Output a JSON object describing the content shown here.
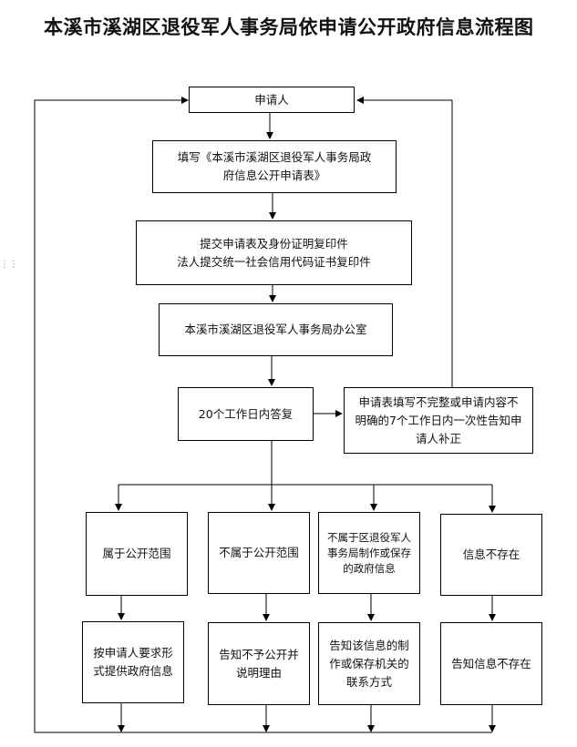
{
  "title": "本溪市溪湖区退役军人事务局依申请公开政府信息流程图",
  "nodes": {
    "applicant": "申请人",
    "fill_form": "填写《本溪市溪湖区退役军人事务局政府信息公开申请表》",
    "submit_docs_1": "提交申请表及身份证明复印件",
    "submit_docs_2": "法人提交统一社会信用代码证书复印件",
    "office": "本溪市溪湖区退役军人事务局办公室",
    "reply": "20个工作日内答复",
    "incomplete": "申请表填写不完整或申请内容不明确的7个工作日内一次性告知申请人补正",
    "cat_public": "属于公开范围",
    "cat_not_public": "不属于公开范围",
    "cat_other_dept": "不属于区退役军人事务局制作或保存的政府信息",
    "cat_not_exist": "信息不存在",
    "res_public": "按申请人要求形式提供政府信息",
    "res_not_public": "告知不予公开并说明理由",
    "res_other_dept": "告知该信息的制作或保存机关的联系方式",
    "res_not_exist": "告知信息不存在"
  },
  "side_handle": "⋮⋮"
}
